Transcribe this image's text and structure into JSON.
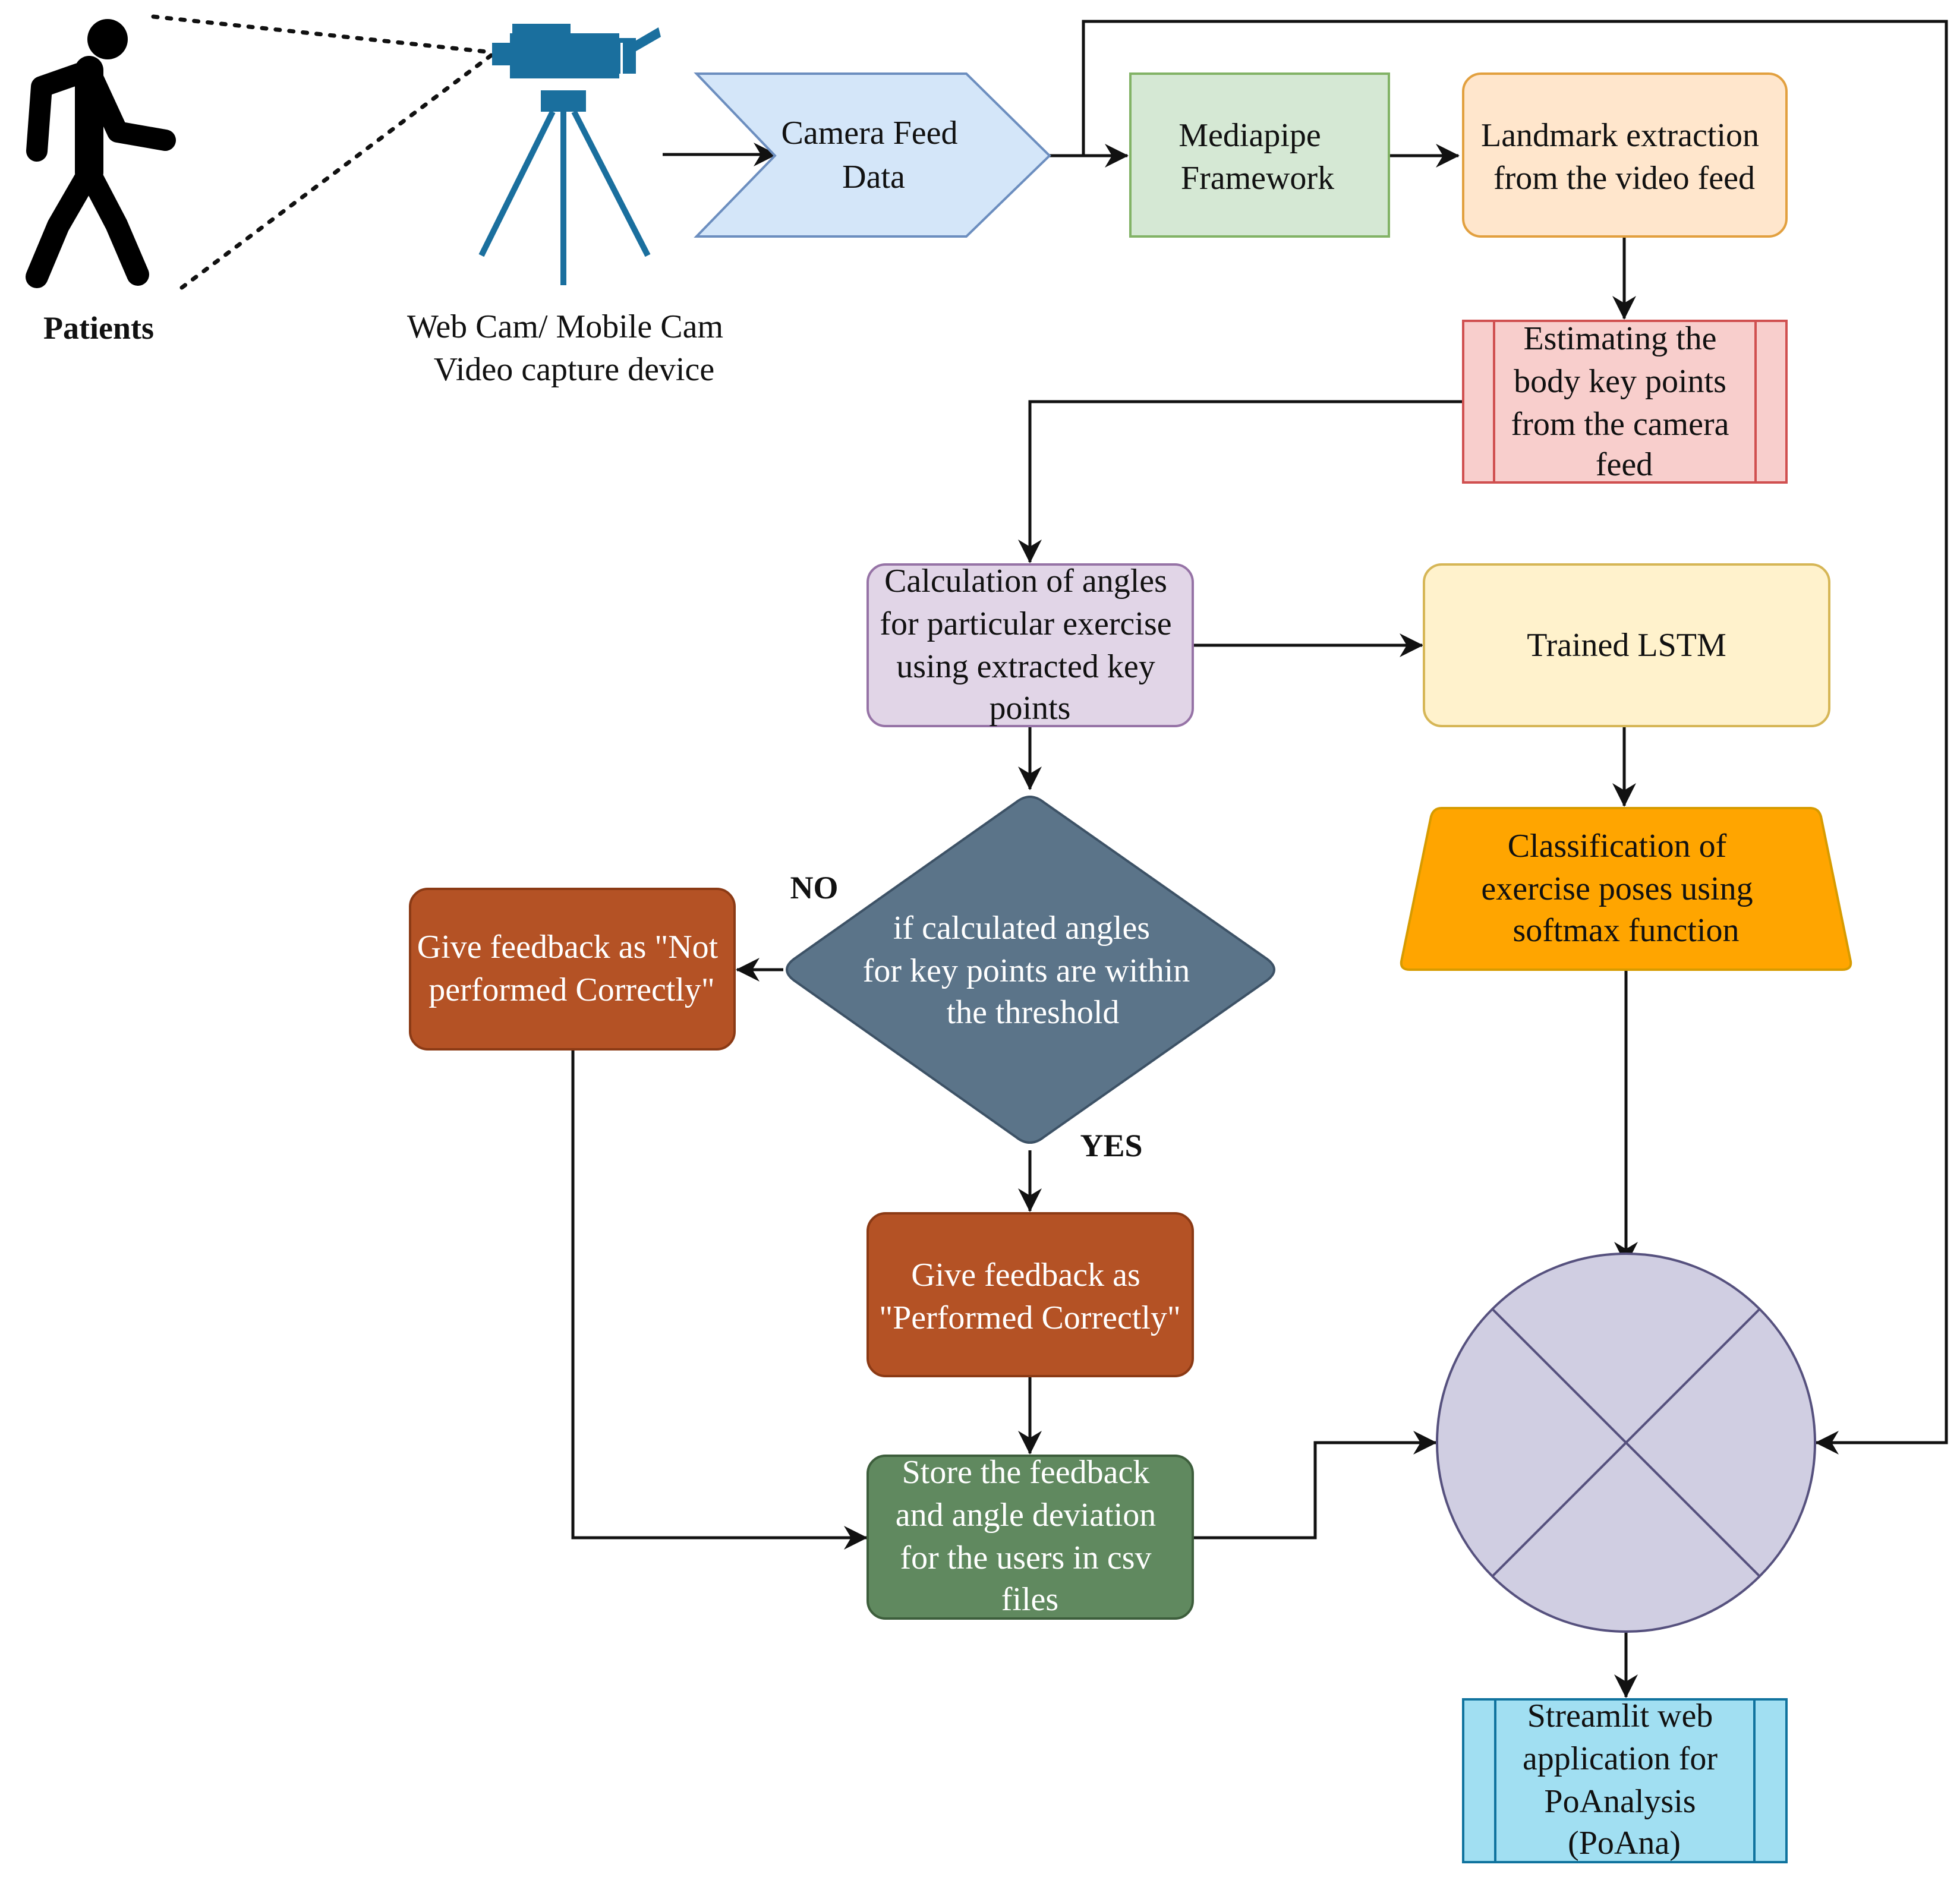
{
  "colors": {
    "camera_blue": "#1a6f9e",
    "camera_feed_fill": "#d4e6f9",
    "camera_feed_stroke": "#6c8ebf",
    "mediapipe_fill": "#d5e8d4",
    "mediapipe_stroke": "#82b366",
    "landmark_fill": "#ffe6cc",
    "landmark_stroke": "#e2a03f",
    "estimating_fill": "#f8cecc",
    "estimating_stroke": "#d05050",
    "calc_fill": "#e1d5e7",
    "calc_stroke": "#9673a6",
    "lstm_fill": "#fff2cc",
    "lstm_stroke": "#d6b656",
    "classification_fill": "#ffa500",
    "classification_stroke": "#d79b00",
    "decision_fill": "#5b7489",
    "feedback_fill": "#b45225",
    "store_fill": "#60895f",
    "sum_fill": "#d0cee2",
    "sum_stroke": "#56517e",
    "streamlit_fill": "#a1dff2",
    "streamlit_stroke": "#10739e"
  },
  "icons": {
    "person": "walking-person-icon",
    "camera": "video-camera-tripod-icon"
  },
  "nodes": {
    "patients": {
      "label": "Patients"
    },
    "camera": {
      "lines": [
        "Web Cam/ Mobile Cam",
        "Video capture device"
      ]
    },
    "camera_feed": {
      "lines": [
        "Camera Feed",
        "Data"
      ]
    },
    "mediapipe": {
      "lines": [
        "Mediapipe",
        "Framework"
      ]
    },
    "landmark": {
      "lines": [
        "Landmark extraction",
        "from the video feed"
      ]
    },
    "estimating": {
      "lines": [
        "Estimating the",
        "body key points",
        "from the camera",
        "feed"
      ]
    },
    "calculation": {
      "lines": [
        "Calculation of angles",
        "for particular exercise",
        "using extracted key",
        "points"
      ]
    },
    "lstm": {
      "lines": [
        "Trained LSTM"
      ]
    },
    "classification": {
      "lines": [
        "Classification of",
        "exercise poses using",
        "softmax function"
      ]
    },
    "decision": {
      "lines": [
        "if calculated angles",
        "for key points are within",
        "the threshold"
      ]
    },
    "feedback_not": {
      "lines": [
        "Give feedback as \"Not",
        "performed Correctly\""
      ]
    },
    "feedback_yes": {
      "lines": [
        "Give feedback as",
        "\"Performed Correctly\""
      ]
    },
    "store": {
      "lines": [
        "Store the feedback",
        "and angle deviation",
        "for the users in csv",
        "files"
      ]
    },
    "sum": {
      "symbol": "summing-junction"
    },
    "streamlit": {
      "lines": [
        "Streamlit web",
        "application for",
        "PoAnalysis",
        "(PoAna)"
      ]
    }
  },
  "edge_labels": {
    "no": "NO",
    "yes": "YES"
  }
}
